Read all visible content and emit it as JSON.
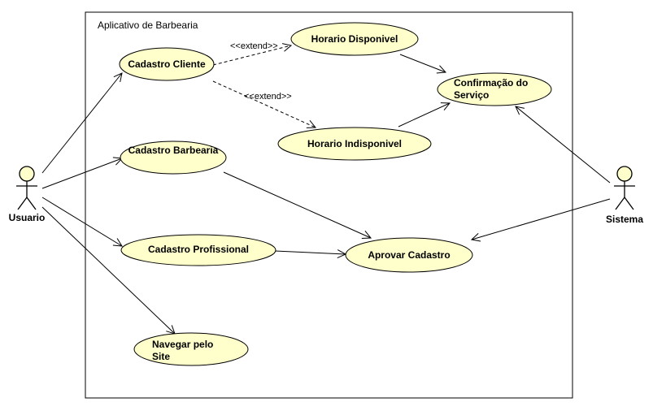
{
  "system": {
    "title": "Aplicativo de Barbearia"
  },
  "actors": {
    "usuario": "Usuario",
    "sistema": "Sistema"
  },
  "use_cases": {
    "cadastro_cliente": "Cadastro Cliente",
    "horario_disponivel": "Horario Disponivel",
    "horario_indisponivel": "Horario Indisponivel",
    "confirmacao_line1": "Confirmação do",
    "confirmacao_line2": "Serviço",
    "cadastro_barbearia": "Cadastro Barbearia",
    "cadastro_profissional": "Cadastro Profissional",
    "aprovar_cadastro": "Aprovar Cadastro",
    "navegar_line1": "Navegar pelo",
    "navegar_line2": "Site"
  },
  "relations": {
    "extend_1": "<<extend>>",
    "extend_2": "<<extend>>"
  },
  "colors": {
    "usecase_fill": "#FFFFCC",
    "stroke": "#000000",
    "background": "#FFFFFF"
  }
}
